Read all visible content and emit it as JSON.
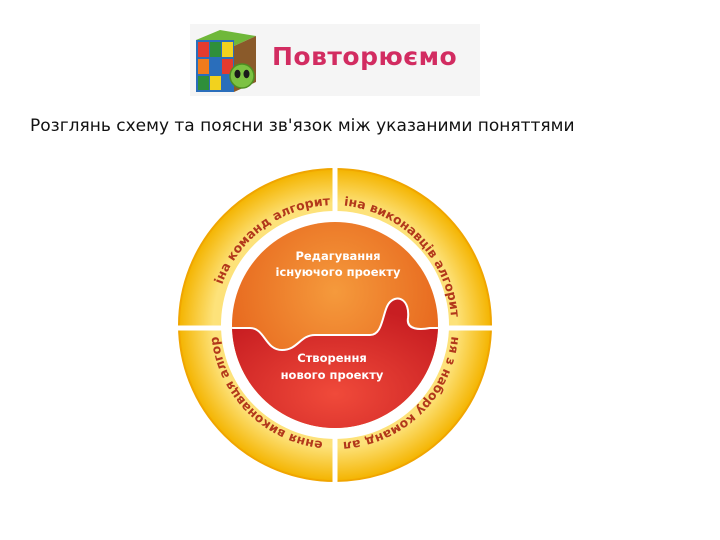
{
  "header": {
    "title": "Повторюємо",
    "logo": "rubik-cube-alien-logo"
  },
  "instruction": "Розглянь схему та поясни зв'язок між указаними поняттями",
  "diagram": {
    "outer_segments": [
      "Зміна команд алгоритму",
      "Зміна виконавців алгоритму",
      "Складання з набору команд алгоритму",
      "Введення виконавця алгоритму"
    ],
    "center_top": {
      "line1": "Редагування",
      "line2": "існуючого проекту"
    },
    "center_bottom": {
      "line1": "Створення",
      "line2": "нового проекту"
    },
    "colors": {
      "ring": "#f8c51c",
      "ring_edge": "#f0a500",
      "center_top": "#ec6520",
      "center_bottom": "#dc2828",
      "divider": "#ffffff",
      "segment_text": "#b2381b"
    }
  }
}
